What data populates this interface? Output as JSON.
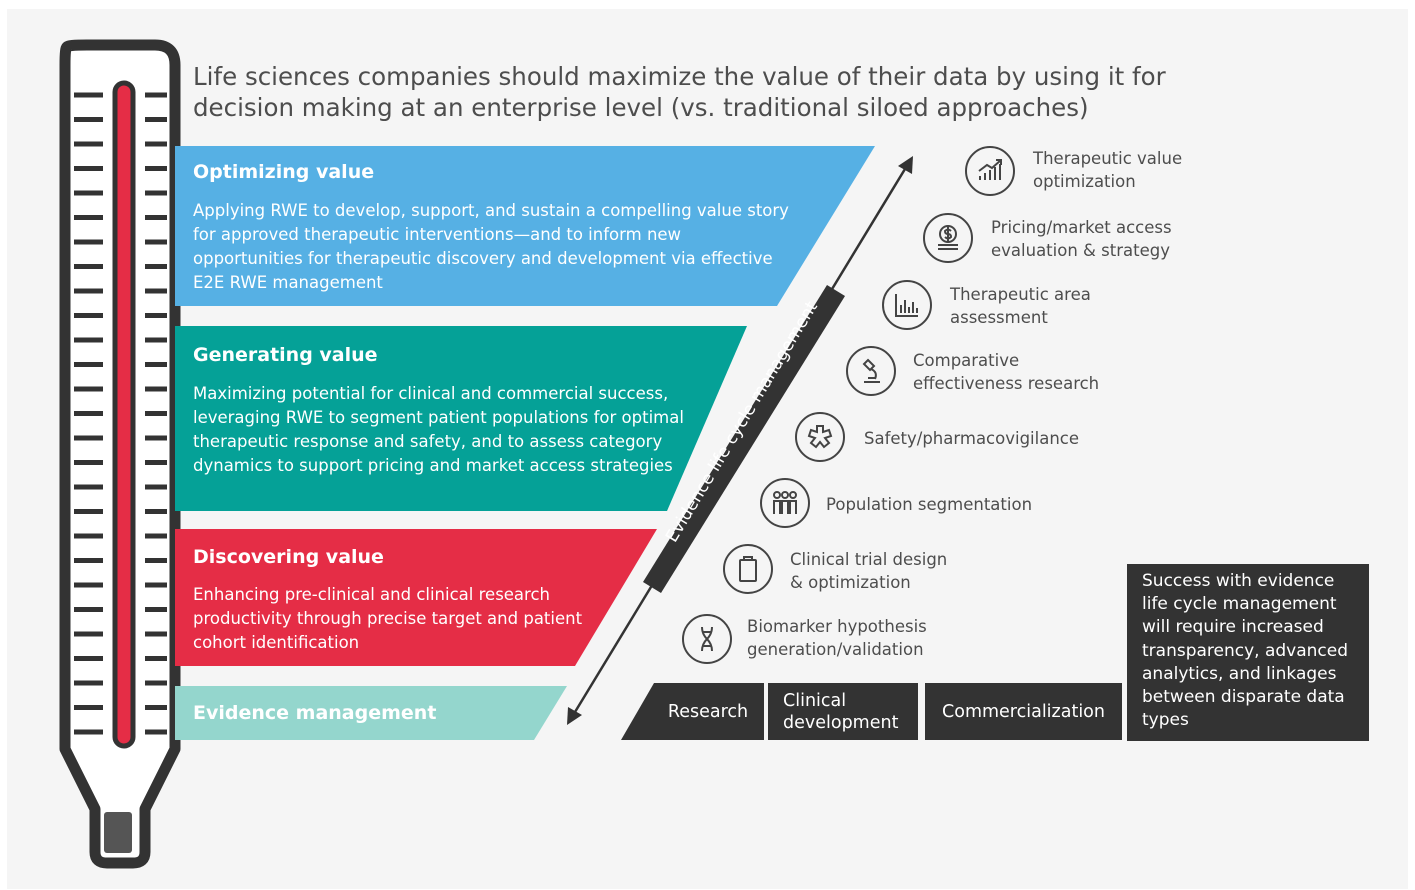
{
  "headline": "Life sciences companies should maximize the value of their data by using it for decision making at an enterprise level (vs. traditional siloed approaches)",
  "bands": [
    {
      "title": "Optimizing value",
      "description": "Applying RWE to develop, support, and sustain a compelling value story for approved therapeutic interventions—and to inform new opportunities for therapeutic discovery and development via effective E2E RWE management",
      "color": "#56b0e4"
    },
    {
      "title": "Generating value",
      "description": "Maximizing potential for clinical and commercial success, leveraging RWE to segment patient populations for optimal therapeutic response and safety, and to assess category dynamics to support pricing and market access strategies",
      "color": "#05a197"
    },
    {
      "title": "Discovering value",
      "description": "Enhancing pre-clinical and clinical research productivity through precise target and patient cohort identification",
      "color": "#e52d46"
    },
    {
      "title": "Evidence management",
      "color": "#94d6cd"
    }
  ],
  "lifecycle_label": "Evidence life cycle management",
  "items": [
    {
      "label": "Therapeutic value\noptimization",
      "icon": "rising-chart-icon"
    },
    {
      "label": "Pricing/market access\nevaluation & strategy",
      "icon": "dollar-coin-icon"
    },
    {
      "label": "Therapeutic area\nassessment",
      "icon": "bar-chart-icon"
    },
    {
      "label": "Comparative\neffectiveness research",
      "icon": "microscope-icon"
    },
    {
      "label": "Safety/pharmacovigilance",
      "icon": "medical-cross-icon"
    },
    {
      "label": "Population segmentation",
      "icon": "people-group-icon"
    },
    {
      "label": "Clinical trial design\n& optimization",
      "icon": "clipboard-icon"
    },
    {
      "label": "Biomarker hypothesis\ngeneration/validation",
      "icon": "dna-icon"
    }
  ],
  "stages": [
    "Research",
    "Clinical\ndevelopment",
    "Commercialization"
  ],
  "callout": "Success with evidence life cycle management will require increased transparency, advanced analytics, and linkages between disparate data types",
  "colors": {
    "thermometer_red": "#e52d46",
    "dark": "#333333",
    "text": "#4d4d4d"
  }
}
